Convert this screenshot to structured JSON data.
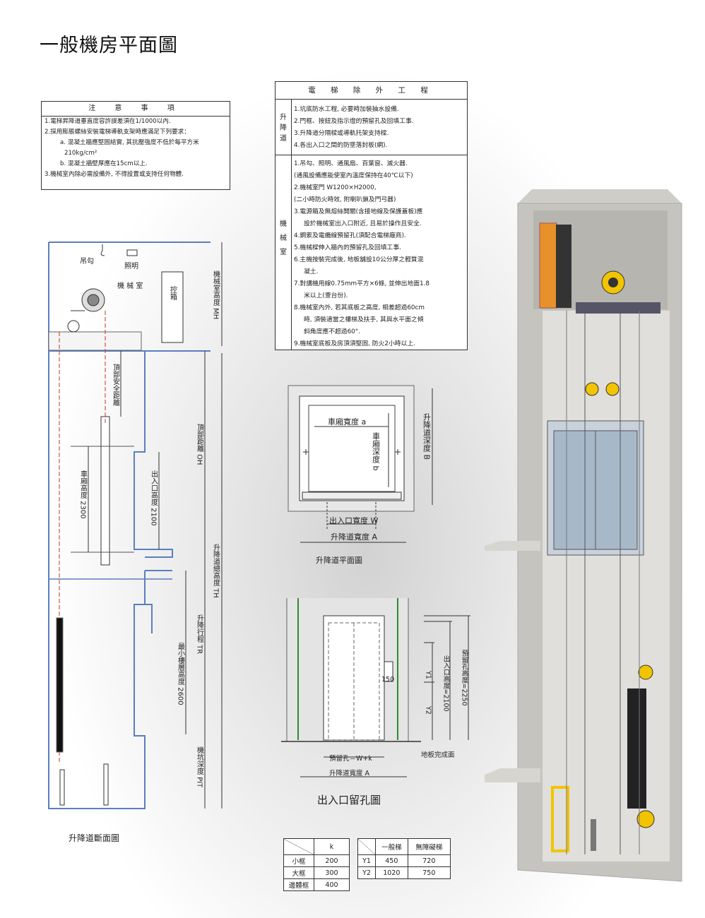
{
  "page_title": "一般機房平面圖",
  "notes": {
    "header": "注 意 事 項",
    "lines": [
      "1.電梯昇降道垂直度容許誤差須在1/1000以內.",
      "2.採用膨脹螺絲安裝電梯導軌支架時應滿足下列要求：",
      "a. 混凝土牆應堅固結實, 其抗壓強度不低於每平方米",
      "210kg/cm²",
      "b. 混凝土牆壁厚應在15cm以上.",
      "3.機械室內除必需設備外, 不得設置或支持任何物體."
    ]
  },
  "exclusions": {
    "header": "電 梯 除 外 工 程",
    "hoistway_label": [
      "升",
      "降",
      "道"
    ],
    "hoistway_lines": [
      "1.坑底防水工程, 必要時加裝抽水設備.",
      "2.門框、按鈕及指示燈的預留孔及回填工事.",
      "3.升降道分隔樑或導軌托架支持樑.",
      "4.各出入口之間的防墜落封板(網)."
    ],
    "machine_label": [
      "機",
      "械",
      "室"
    ],
    "machine_lines": [
      "1.吊勾、照明、通風扇、百葉窗、滅火器.",
      "(通風設備應能使室內溫度保持在40℃以下)",
      "2.機械室門  W1200×H2000,",
      "(二小時防火時效, 附喇叭鎖及門弓器)",
      "3.電源箱及無熔絲開關(含接地線及保護蓋板)應",
      "設於機械室出入口附近, 且易於操作且安全.",
      "4.鋼索及電纜線預留孔(須配合電梯廠商).",
      "5.機械樑伸入牆內的預留孔及回填工事.",
      "6.主機按裝完成後, 地板舖設10公分厚之輕質混",
      "凝土.",
      "7.對講機用線0.75mm平方×6條, 並伸出地面1.8",
      "米以上(壹台份).",
      "8.機械室內外, 若其底板之高度, 相差超過60cm",
      "時, 須裝適當之樓梯及扶手, 其與水平面之傾",
      "斜角度應不超過60°.",
      "9.機械室底板及房頂須堅固, 防火2小時以上."
    ]
  },
  "section_drawing": {
    "caption": "升降道斷面圖",
    "hook": "吊勾",
    "lighting": "照明",
    "machine_room": "機 械 室",
    "control_box": "控箱",
    "mh": "機械室高度  MH",
    "top_safety": "頂部安全距離",
    "oh": "頂部距離  OH",
    "car_height": "車廂高度  2300",
    "entrance_height": "出入口高度  2100",
    "th": "升降道總高度  TH",
    "min_floor": "最小樓層高度  2600",
    "tr": "升降行程  TR",
    "pit": "機坑深度  PIT"
  },
  "plan_drawing": {
    "caption": "升降道平面圖",
    "car_width": "車廂寬度 a",
    "car_depth": "車廂深度  b",
    "shaft_depth": "升降道深度  B",
    "entrance_width": "出入口寬度 W",
    "shaft_width": "升降道寬度  A"
  },
  "opening_drawing": {
    "caption": "出入口留孔圖",
    "dim_150": "150",
    "y1": "Y1",
    "y2": "Y2",
    "entrance_h": "出入口高度=2100",
    "opening_h": "預留孔高度=2250",
    "floor_finish": "地板完成面",
    "opening_w": "預留孔＝W+k",
    "shaft_w": "升降道寬度  A"
  },
  "table_k": {
    "header": "k",
    "rows": [
      [
        "小框",
        "200"
      ],
      [
        "大框",
        "300"
      ],
      [
        "邊體框",
        "400"
      ]
    ]
  },
  "table_y": {
    "headers": [
      "一般梯",
      "無障礙梯"
    ],
    "rows": [
      [
        "Y1",
        "450",
        "720"
      ],
      [
        "Y2",
        "1020",
        "750"
      ]
    ]
  },
  "colors": {
    "orange_cabinet": "#e8912a",
    "yellow_sheave": "#f2c400",
    "green_line": "#2e8b2e",
    "red_dash": "#c0392b",
    "concrete": "#c9c7c2"
  }
}
